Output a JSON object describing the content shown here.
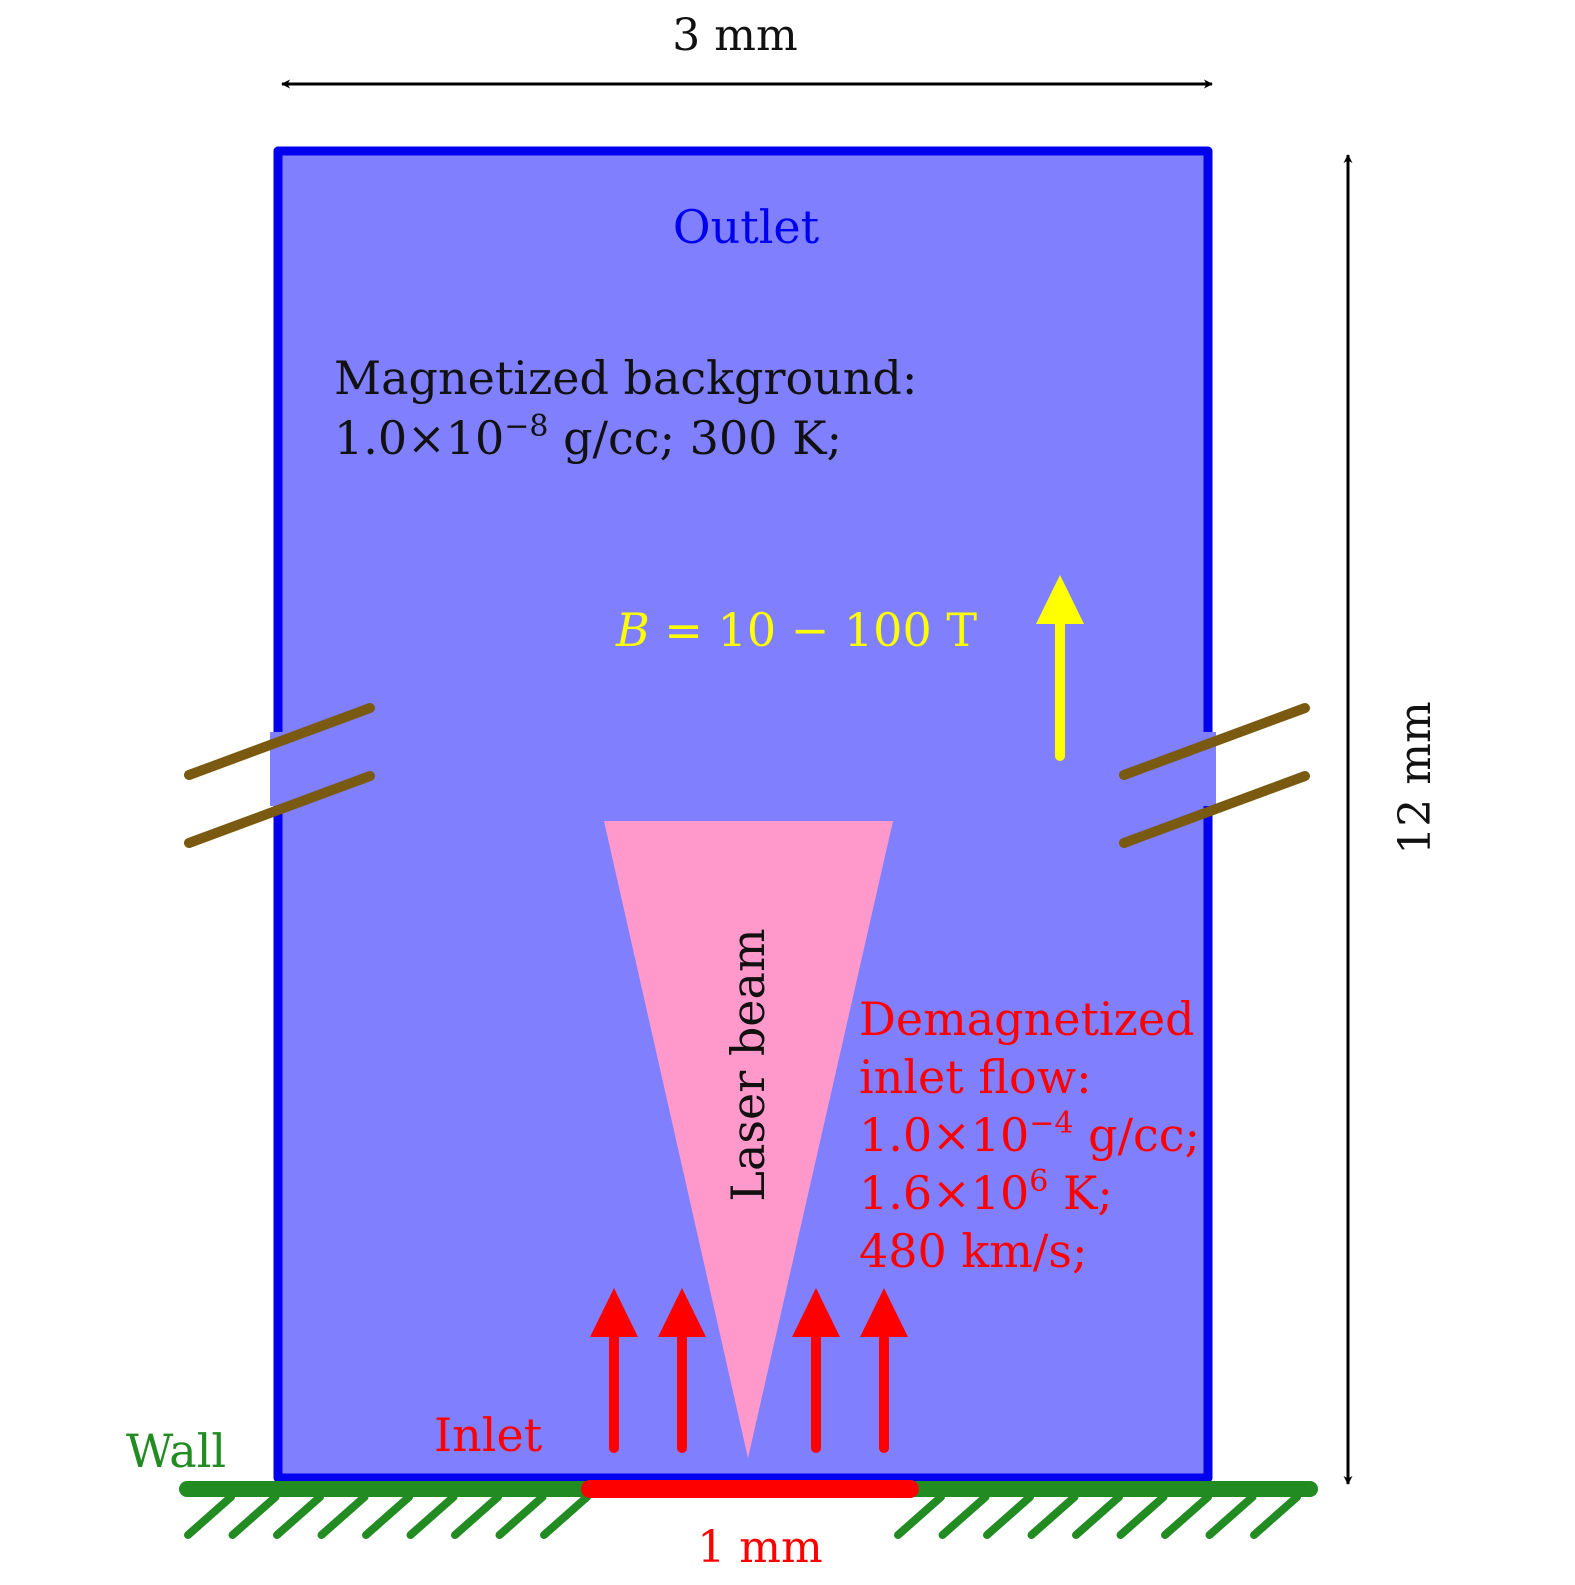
{
  "labels": {
    "width_dim": "3 mm",
    "height_dim": "12 mm",
    "inlet_dim": "1 mm",
    "outlet": "Outlet",
    "background_line1": "Magnetized background:",
    "background_line2_pre": "1.0×10",
    "background_line2_exp": "−8",
    "background_line2_post": " g/cc; 300 K;",
    "field_var": "B",
    "field_rest": " = 10 − 100 T",
    "laser": "Laser beam",
    "inflow_line1": "Demagnetized",
    "inflow_line2": "inlet flow:",
    "inflow_line3_pre": "1.0×10",
    "inflow_line3_exp": "−4",
    "inflow_line3_post": " g/cc;",
    "inflow_line4_pre": "1.6×10",
    "inflow_line4_exp": "6",
    "inflow_line4_post": " K;",
    "inflow_line5": "480 km/s;",
    "inlet": "Inlet",
    "wall": "Wall"
  },
  "colors": {
    "domain_fill": "#8080ff",
    "domain_border": "#0000ee",
    "outlet_text": "#0000ee",
    "field_arrow": "#ffff00",
    "field_text": "#ffff00",
    "laser_fill": "#ff99cc",
    "inflow": "#ff0000",
    "wall": "#228b22",
    "break_marks": "#7a5a10",
    "dimension": "#000000"
  },
  "icons": [
    "break-mark-icon",
    "inflow-arrow-icon",
    "field-arrow-icon",
    "hatch-icon"
  ]
}
